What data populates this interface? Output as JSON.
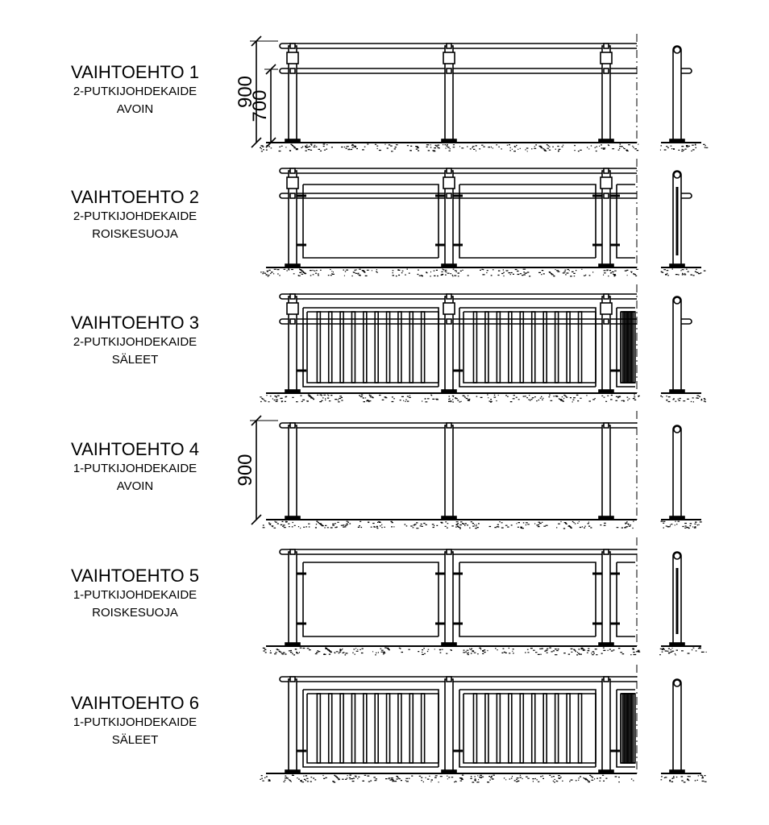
{
  "variants": [
    {
      "title": "VAIHTOEHTO 1",
      "type": "2-PUTKIJOHDEKAIDE",
      "infill": "AVOIN",
      "rails": 2,
      "panel": "open",
      "dims": [
        "900",
        "700"
      ]
    },
    {
      "title": "VAIHTOEHTO 2",
      "type": "2-PUTKIJOHDEKAIDE",
      "infill": "ROISKESUOJA",
      "rails": 2,
      "panel": "glass"
    },
    {
      "title": "VAIHTOEHTO 3",
      "type": "2-PUTKIJOHDEKAIDE",
      "infill": "SÄLEET",
      "rails": 2,
      "panel": "bars"
    },
    {
      "title": "VAIHTOEHTO 4",
      "type": "1-PUTKIJOHDEKAIDE",
      "infill": "AVOIN",
      "rails": 1,
      "panel": "open",
      "dims": [
        "900"
      ]
    },
    {
      "title": "VAIHTOEHTO 5",
      "type": "1-PUTKIJOHDEKAIDE",
      "infill": "ROISKESUOJA",
      "rails": 1,
      "panel": "glass"
    },
    {
      "title": "VAIHTOEHTO 6",
      "type": "1-PUTKIJOHDEKAIDE",
      "infill": "SÄLEET",
      "rails": 1,
      "panel": "bars"
    }
  ]
}
